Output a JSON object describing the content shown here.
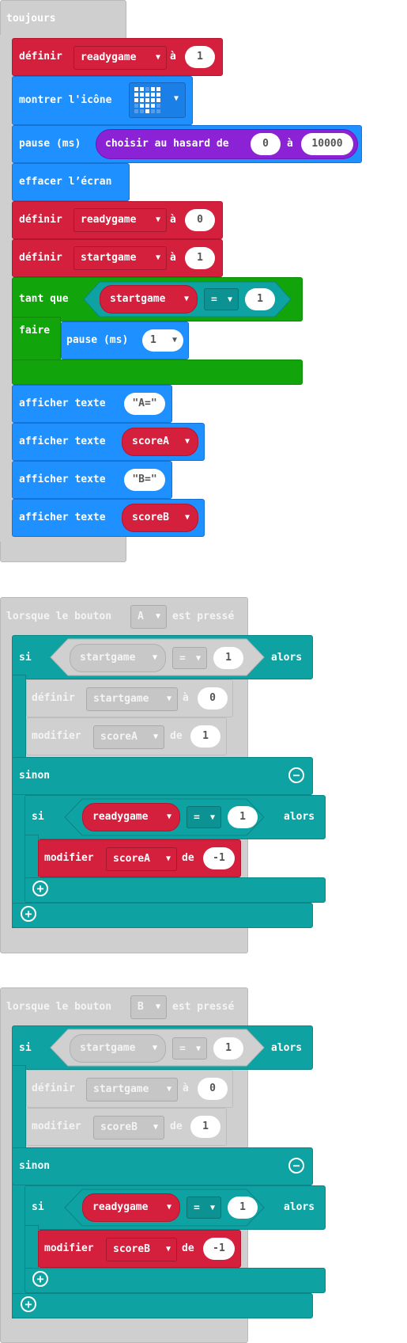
{
  "colors": {
    "event_gray": "#cfcfcf",
    "variables_red": "#d41f3d",
    "basic_blue": "#1e90ff",
    "loops_green": "#12a40b",
    "math_purple": "#8b22d6",
    "logic_teal": "#0fa2a2",
    "disabled_gray": "#d0d0d0"
  },
  "forever": {
    "title": "toujours",
    "set1": {
      "label": "définir",
      "var": "readygame",
      "to": "à",
      "value": "1"
    },
    "show_icon": {
      "label": "montrer l'icône",
      "icon": "heart-icon"
    },
    "pause_random": {
      "label": "pause (ms)",
      "random_label": "choisir au hasard de",
      "min": "0",
      "to": "à",
      "max": "10000"
    },
    "clear": {
      "label": "effacer l’écran"
    },
    "set2": {
      "label": "définir",
      "var": "readygame",
      "to": "à",
      "value": "0"
    },
    "set3": {
      "label": "définir",
      "var": "startgame",
      "to": "à",
      "value": "1"
    },
    "while": {
      "label": "tant que",
      "var": "startgame",
      "op": "=",
      "value": "1",
      "do_label": "faire"
    },
    "inner_pause": {
      "label": "pause (ms)",
      "value": "1"
    },
    "show1": {
      "label": "afficher texte",
      "text": "A="
    },
    "show2": {
      "label": "afficher texte",
      "var": "scoreA"
    },
    "show3": {
      "label": "afficher texte",
      "text": "B="
    },
    "show4": {
      "label": "afficher texte",
      "var": "scoreB"
    }
  },
  "button_a": {
    "prefix": "lorsque le bouton",
    "button": "A",
    "suffix": "est pressé",
    "if_label": "si",
    "cond_var": "startgame",
    "op": "=",
    "cond_value": "1",
    "then_label": "alors",
    "set_label": "définir",
    "set_var": "startgame",
    "set_to": "à",
    "set_value": "0",
    "change_label": "modifier",
    "change_var": "scoreA",
    "change_by": "de",
    "change_value": "1",
    "else_label": "sinon",
    "inner_if_label": "si",
    "inner_var": "readygame",
    "inner_op": "=",
    "inner_value": "1",
    "inner_then": "alors",
    "inner_change_label": "modifier",
    "inner_change_var": "scoreA",
    "inner_change_by": "de",
    "inner_change_value": "-1"
  },
  "button_b": {
    "prefix": "lorsque le bouton",
    "button": "B",
    "suffix": "est pressé",
    "if_label": "si",
    "cond_var": "startgame",
    "op": "=",
    "cond_value": "1",
    "then_label": "alors",
    "set_label": "définir",
    "set_var": "startgame",
    "set_to": "à",
    "set_value": "0",
    "change_label": "modifier",
    "change_var": "scoreB",
    "change_by": "de",
    "change_value": "1",
    "else_label": "sinon",
    "inner_if_label": "si",
    "inner_var": "readygame",
    "inner_op": "=",
    "inner_value": "1",
    "inner_then": "alors",
    "inner_change_label": "modifier",
    "inner_change_var": "scoreB",
    "inner_change_by": "de",
    "inner_change_value": "-1"
  }
}
